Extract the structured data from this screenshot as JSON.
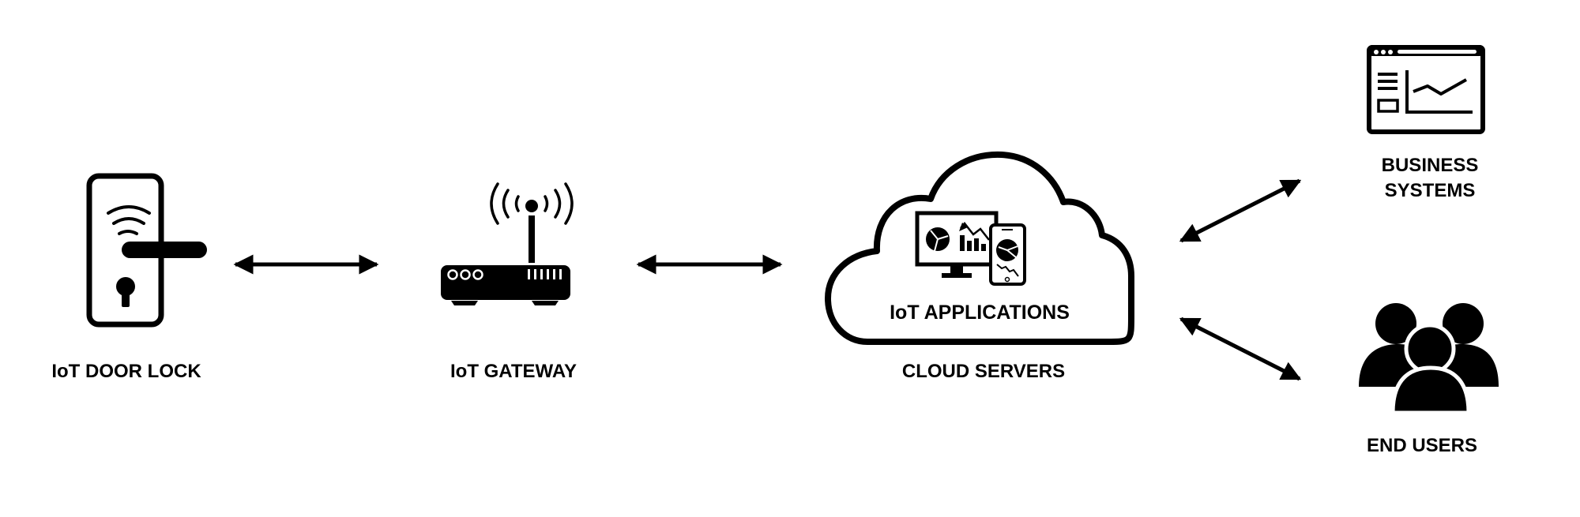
{
  "diagram": {
    "title": "IoT Door Lock Architecture",
    "nodes": [
      {
        "id": "door_lock",
        "label": "IoT DOOR LOCK",
        "icon": "door-lock-icon"
      },
      {
        "id": "gateway",
        "label": "IoT GATEWAY",
        "icon": "router-icon"
      },
      {
        "id": "cloud",
        "label": "CLOUD SERVERS",
        "inner_label": "IoT APPLICATIONS",
        "icon": "cloud-icon"
      },
      {
        "id": "business",
        "label_line1": "BUSINESS",
        "label_line2": "SYSTEMS",
        "icon": "browser-dashboard-icon"
      },
      {
        "id": "users",
        "label": "END USERS",
        "icon": "users-group-icon"
      }
    ],
    "edges": [
      {
        "from": "door_lock",
        "to": "gateway",
        "direction": "bidirectional"
      },
      {
        "from": "gateway",
        "to": "cloud",
        "direction": "bidirectional"
      },
      {
        "from": "cloud",
        "to": "business",
        "direction": "bidirectional"
      },
      {
        "from": "cloud",
        "to": "users",
        "direction": "bidirectional"
      }
    ],
    "colors": {
      "stroke": "#000000",
      "background": "#ffffff"
    }
  }
}
